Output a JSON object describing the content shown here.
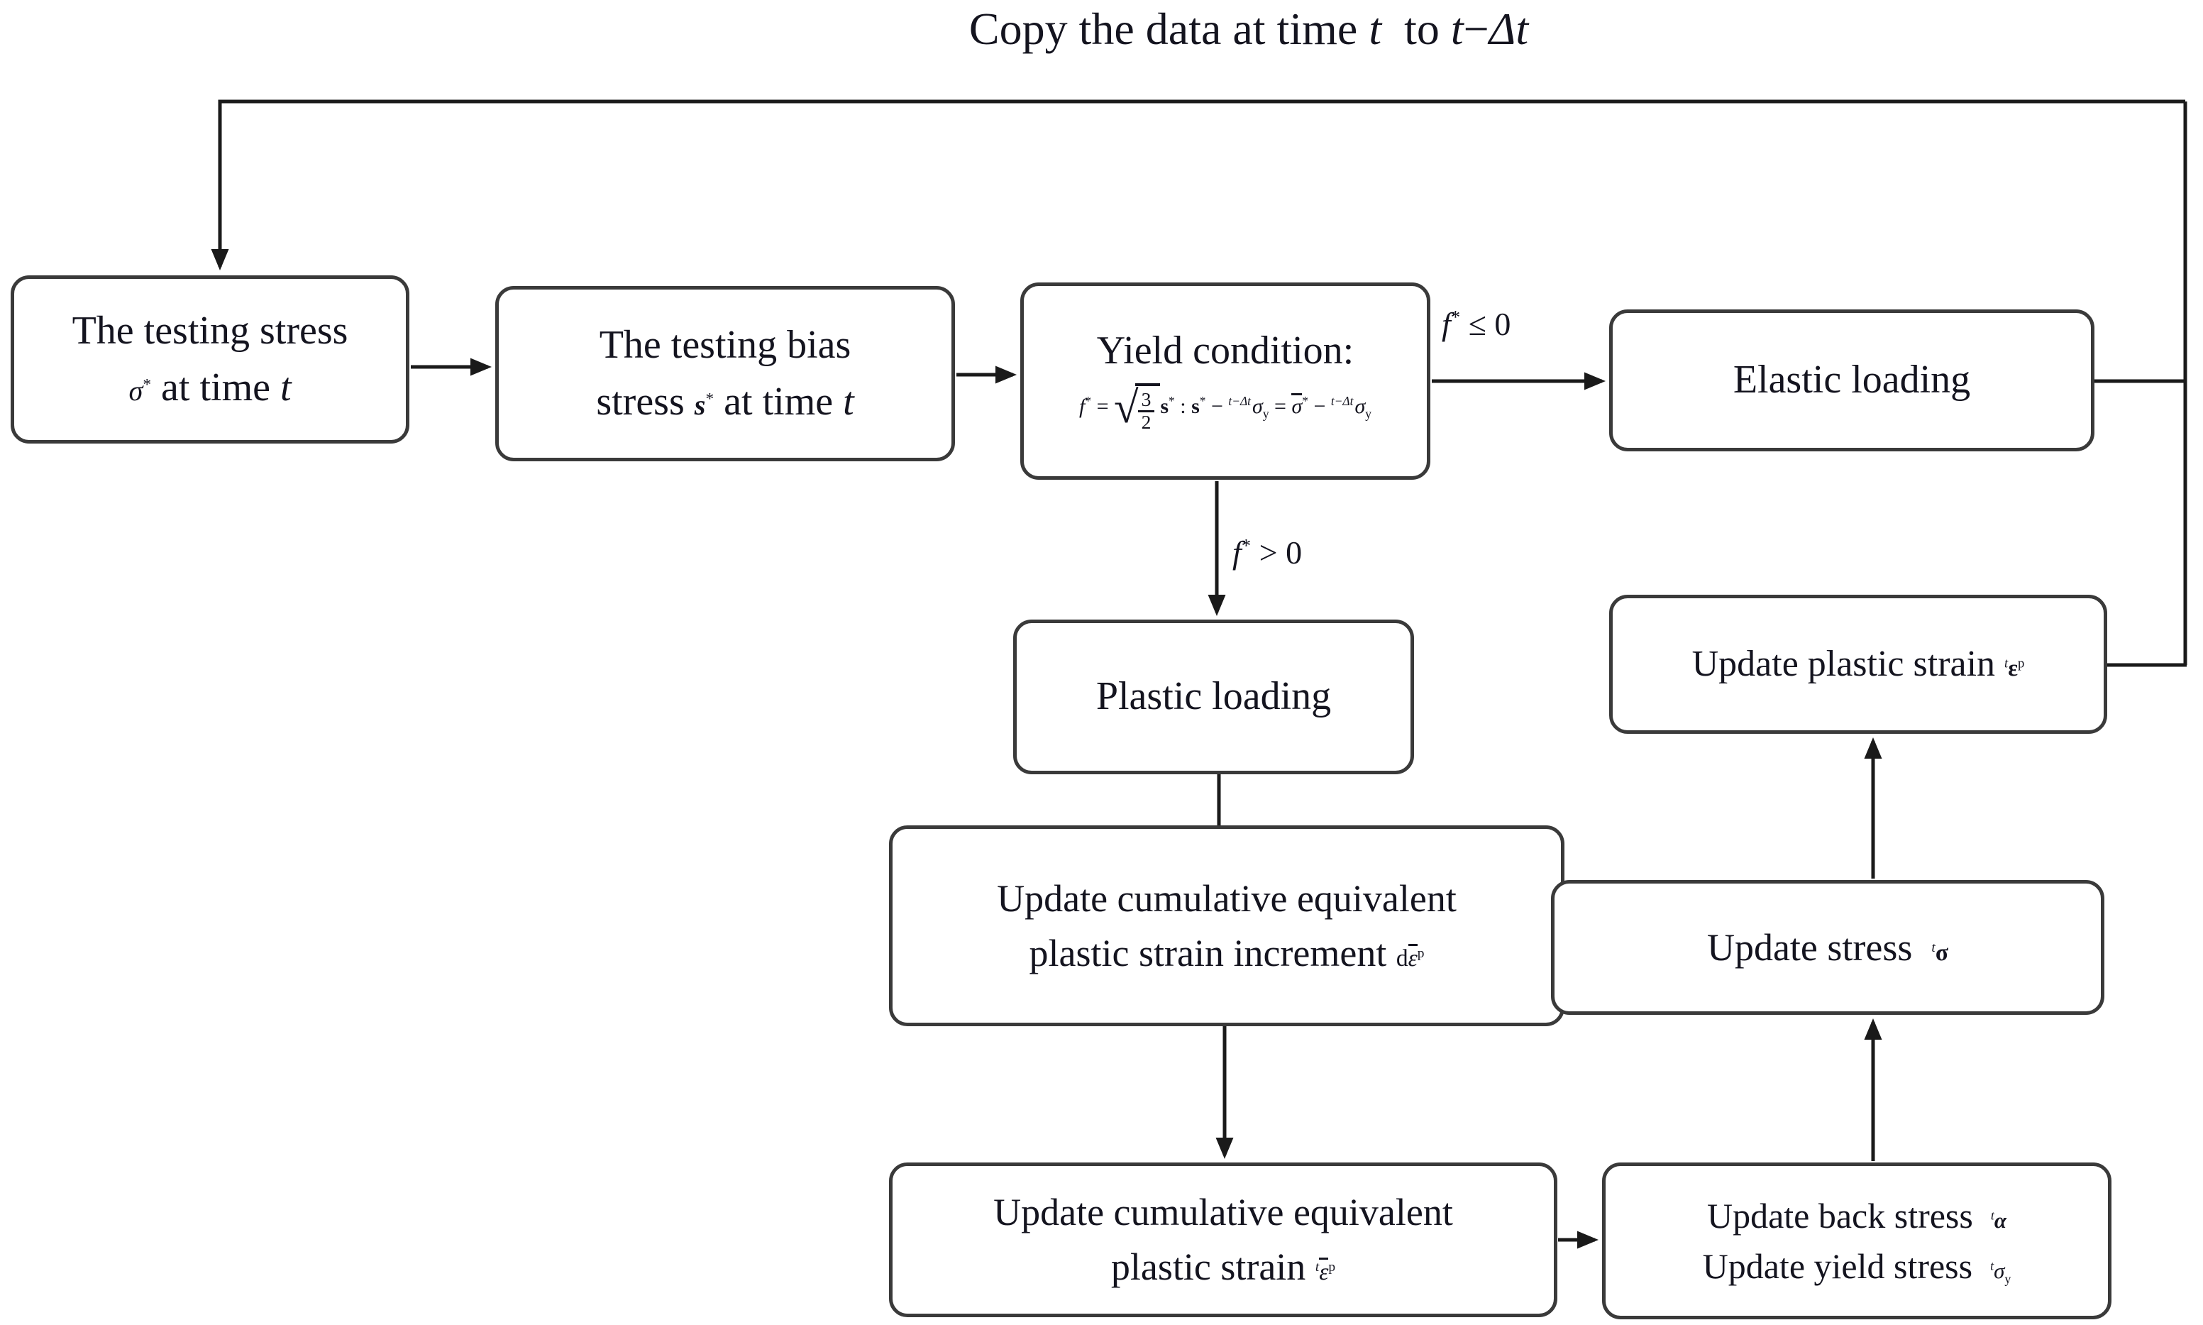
{
  "colors": {
    "background": "#ffffff",
    "text": "#14141f",
    "box_border": "#3a3a3a",
    "line": "#1a1a1a"
  },
  "title_html": "Copy the data at time <i>t</i>&nbsp; to <i>t</i>−<i>Δt</i>",
  "edge_labels": {
    "elastic_condition_html": "<i>f</i><sup>*</sup> ≤ 0",
    "plastic_condition_html": "<i>f</i><sup>*</sup> &gt; 0"
  },
  "boxes": {
    "testing_stress": {
      "line1": "The testing stress",
      "line2_html": "<span class='m1'><i>σ</i><sup>*</sup></span> at time <i>t</i>"
    },
    "testing_bias_stress": {
      "line1": "The testing bias",
      "line2_html": "stress <span class='m1'><b><i>s</i></b><sup>*</sup></span> at time <i>t</i>"
    },
    "yield_condition": {
      "heading": "Yield condition:",
      "formula_html": "<i>f</i><sup>*</sup> = <span class='sqrt'><span class='rad'>√</span><span class='radicand'><span class='frac'><span class='num'>3</span><span>2</span></span></span></span><b>s</b><sup>*</sup> : <b>s</b><sup>*</sup> − <sup class='pre'><i>t−Δt</i></sup><i>σ</i><sub>y</sub> = <span class='obar'><i>σ</i></span><sup>*</sup> − <sup class='pre'><i>t−Δt</i></sup><i>σ</i><sub>y</sub>"
    },
    "elastic_loading": {
      "label": "Elastic loading"
    },
    "plastic_loading": {
      "label": "Plastic loading"
    },
    "update_increment": {
      "line1": "Update cumulative equivalent",
      "line2_html": "plastic strain increment <span class='m'>d<span class='obar'><i>ε</i></span><sup>p</sup></span>"
    },
    "update_plastic_strain": {
      "label_html": "Update plastic strain <span class='m'><sup><i>t</i></sup><b>ε</b><sup>p</sup></span>"
    },
    "update_stress": {
      "label_html": "Update stress &nbsp;<span class='m'><sup><i>t</i></sup><b>σ</b></span>"
    },
    "update_back_yield": {
      "line1_html": "Update back stress &nbsp;<span class='m'><sup><i>t</i></sup><b><i>α</i></b></span>",
      "line2_html": "Update yield stress &nbsp;<span class='m'><sup><i>t</i></sup><i>σ</i><sub>y</sub></span>"
    },
    "update_cumulative_strain": {
      "line1": "Update cumulative equivalent",
      "line2_html": "plastic strain <span class='m'><sup><i>t</i></sup><span class='obar'><i>ε</i></span><sup>p</sup></span>"
    }
  }
}
